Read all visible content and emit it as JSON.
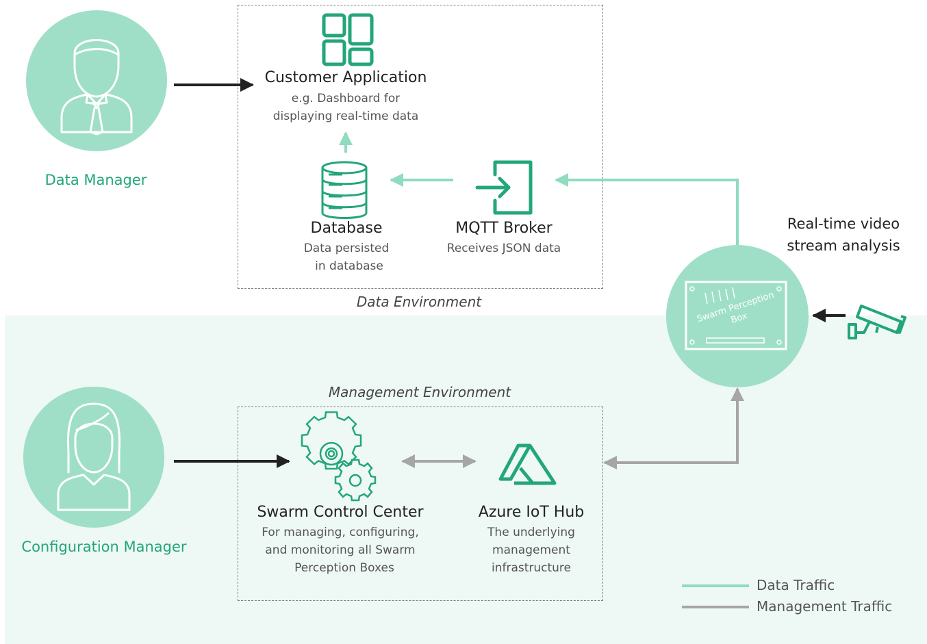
{
  "roles": {
    "data_manager": "Data Manager",
    "configuration_manager": "Configuration Manager"
  },
  "data_environment": {
    "label": "Data Environment",
    "customer_app": {
      "title": "Customer Application",
      "desc1": "e.g. Dashboard for",
      "desc2": "displaying real-time data"
    },
    "database": {
      "title": "Database",
      "desc1": "Data persisted",
      "desc2": "in database"
    },
    "mqtt": {
      "title": "MQTT Broker",
      "desc1": "Receives JSON data"
    }
  },
  "management_environment": {
    "label": "Management Environment",
    "control_center": {
      "title": "Swarm Control Center",
      "desc1": "For managing, configuring,",
      "desc2": "and monitoring all Swarm",
      "desc3": "Perception Boxes"
    },
    "iot_hub": {
      "title": "Azure IoT Hub",
      "desc1": "The underlying",
      "desc2": "management",
      "desc3": "infrastructure"
    }
  },
  "perception_box": {
    "label1": "Swarm Perception",
    "label2": "Box"
  },
  "stream": {
    "line1": "Real-time video",
    "line2": "stream analysis"
  },
  "legend": {
    "data": "Data Traffic",
    "management": "Management Traffic"
  },
  "colors": {
    "accent": "#23a679",
    "circle": "#9fdfc8",
    "data_line": "#8fdcbf",
    "mgmt_line": "#a6a6a6",
    "band": "#eef8f4"
  },
  "icons": [
    "person-male-icon",
    "person-female-icon",
    "dashboard-icon",
    "database-icon",
    "login-icon",
    "gears-icon",
    "azure-icon",
    "cctv-camera-icon",
    "circuit-board-icon"
  ]
}
